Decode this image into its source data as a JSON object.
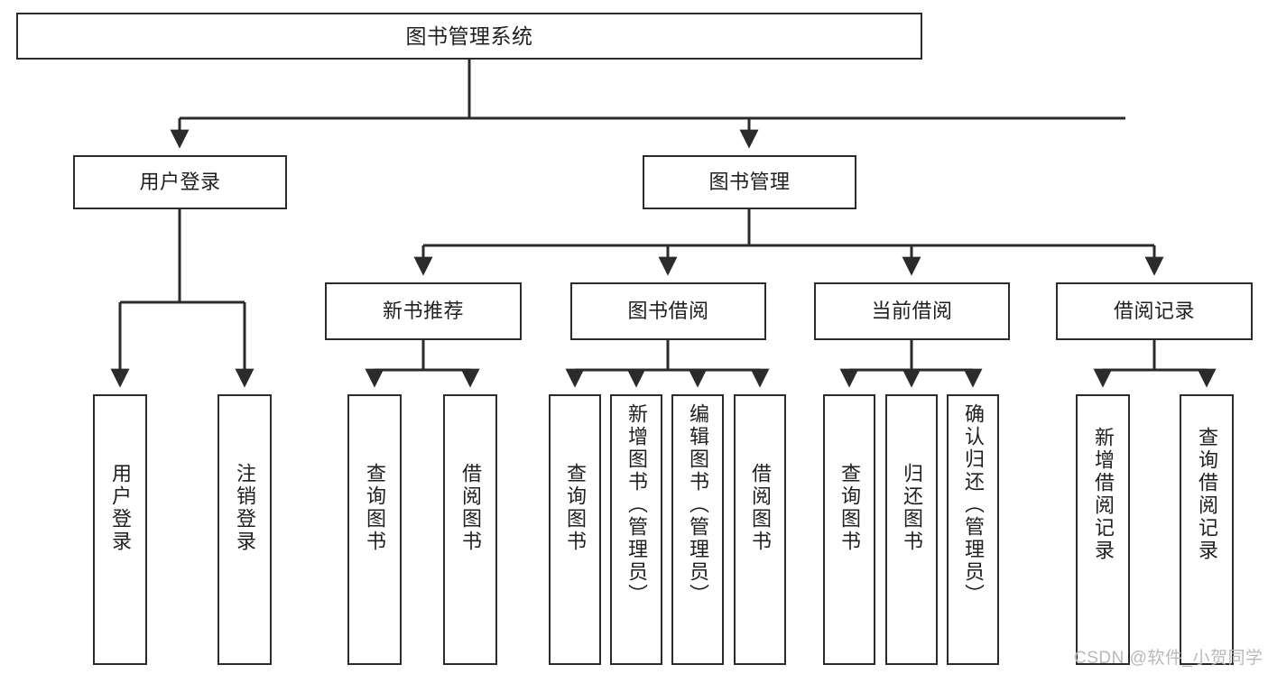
{
  "diagram": {
    "title": "图书管理系统",
    "type": "tree-hierarchy-functional-structure",
    "root": {
      "id": "root",
      "label": "图书管理系统"
    },
    "level1": [
      {
        "id": "user-login",
        "label": "用户登录"
      },
      {
        "id": "book-management",
        "label": "图书管理"
      }
    ],
    "level2": [
      {
        "id": "new-book-recommend",
        "label": "新书推荐",
        "parent": "book-management"
      },
      {
        "id": "book-borrow",
        "label": "图书借阅",
        "parent": "book-management"
      },
      {
        "id": "current-borrow",
        "label": "当前借阅",
        "parent": "book-management"
      },
      {
        "id": "borrow-record",
        "label": "借阅记录",
        "parent": "book-management"
      }
    ],
    "leaves": [
      {
        "id": "leaf-user-login",
        "label": "用户登录",
        "parent": "user-login"
      },
      {
        "id": "leaf-logout",
        "label": "注销登录",
        "parent": "user-login"
      },
      {
        "id": "leaf-query-book-1",
        "label": "查询图书",
        "parent": "new-book-recommend"
      },
      {
        "id": "leaf-borrow-book-1",
        "label": "借阅图书",
        "parent": "new-book-recommend"
      },
      {
        "id": "leaf-query-book-2",
        "label": "查询图书",
        "parent": "book-borrow"
      },
      {
        "id": "leaf-add-book",
        "label": "新增图书（管理员）",
        "parent": "book-borrow"
      },
      {
        "id": "leaf-edit-book",
        "label": "编辑图书（管理员）",
        "parent": "book-borrow"
      },
      {
        "id": "leaf-borrow-book-2",
        "label": "借阅图书",
        "parent": "book-borrow"
      },
      {
        "id": "leaf-query-book-3",
        "label": "查询图书",
        "parent": "current-borrow"
      },
      {
        "id": "leaf-return-book",
        "label": "归还图书",
        "parent": "current-borrow"
      },
      {
        "id": "leaf-confirm-return",
        "label": "确认归还（管理员）",
        "parent": "current-borrow"
      },
      {
        "id": "leaf-add-record",
        "label": "新增借阅记录",
        "parent": "borrow-record"
      },
      {
        "id": "leaf-query-record",
        "label": "查询借阅记录",
        "parent": "borrow-record"
      }
    ],
    "watermark": "CSDN @软件_小贺同学",
    "colors": {
      "stroke": "#2b2b2b",
      "fill": "#ffffff",
      "text": "#1f1f1f",
      "watermark": "#b9b9b9"
    }
  }
}
